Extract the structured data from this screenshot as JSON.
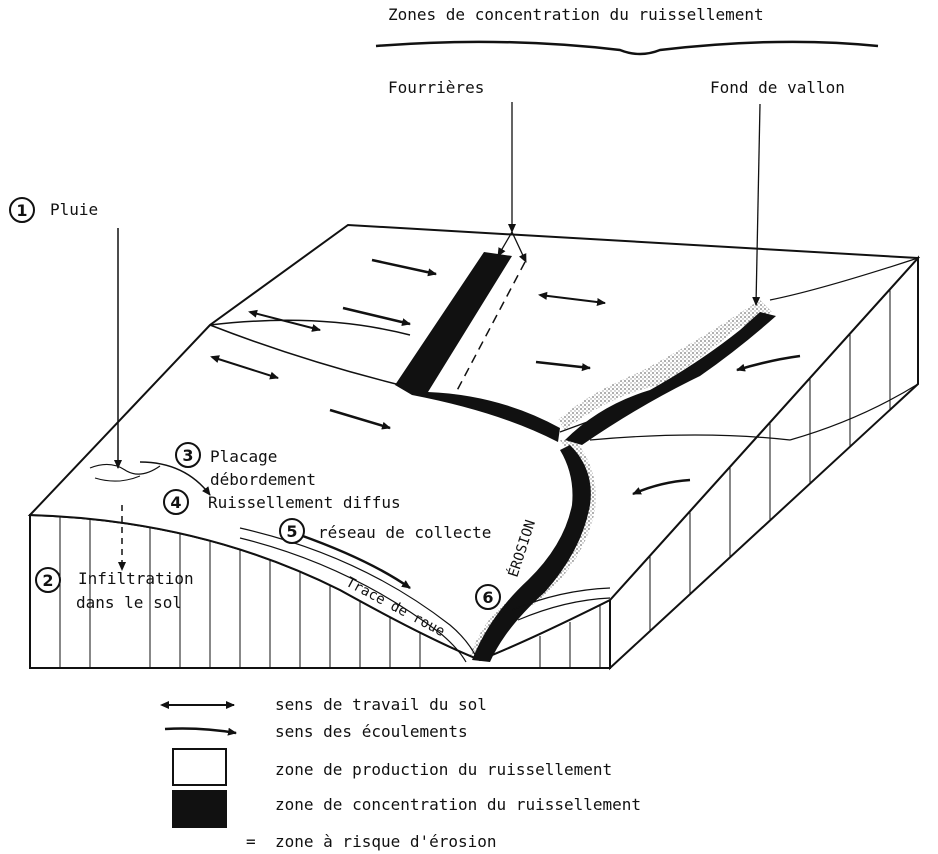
{
  "header": {
    "title": "Zones de concentration du ruissellement",
    "label_fourrieres": "Fourrières",
    "label_fond_vallon": "Fond de vallon"
  },
  "steps": [
    {
      "number": "1",
      "text": "Pluie"
    },
    {
      "number": "2",
      "line1": "Infiltration",
      "line2": "dans le sol"
    },
    {
      "number": "3",
      "line1": "Placage",
      "line2": "débordement"
    },
    {
      "number": "4",
      "text": "Ruissellement diffus"
    },
    {
      "number": "5",
      "text": "réseau de collecte"
    },
    {
      "number": "6",
      "text": ""
    }
  ],
  "in_image": {
    "erosion": "ÉROSION",
    "trace": "Trace de roue"
  },
  "legend": [
    {
      "symbol": "double-arrow-icon",
      "text": "sens de travail du sol"
    },
    {
      "symbol": "single-arrow-icon",
      "text": "sens des écoulements"
    },
    {
      "symbol": "white-box",
      "text": "zone de production du ruissellement"
    },
    {
      "symbol": "black-box",
      "text": "zone de concentration du ruissellement"
    },
    {
      "symbol": "equals",
      "prefix": "=",
      "text": "zone à risque d'érosion"
    }
  ],
  "colors": {
    "ink": "#111111",
    "paper": "#ffffff",
    "stipple": "#9a9a9a"
  }
}
